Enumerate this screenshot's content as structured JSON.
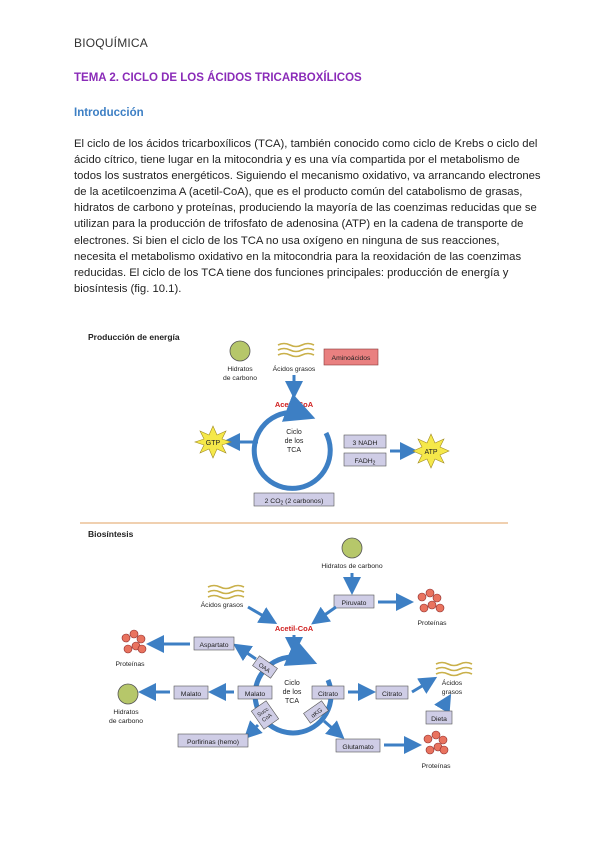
{
  "header": "BIOQUÍMICA",
  "title": "TEMA 2. CICLO DE LOS ÁCIDOS TRICARBOXÍLICOS",
  "section": "Introducción",
  "paragraph": "El ciclo de los ácidos tricarboxílicos (TCA), también conocido como ciclo de Krebs o ciclo del ácido cítrico, tiene lugar en la mitocondria y es una vía compartida por el metabolismo de todos los sustratos energéticos. Siguiendo el mecanismo oxidativo, va arrancando electrones de la acetilcoenzima A (acetil-CoA), que es el producto común del catabolismo de grasas, hidratos de carbono y proteínas, produciendo la mayoría de las coenzimas reducidas que se utilizan para la producción de trifosfato de adenosina (ATP) en la cadena de transporte de electrones. Si bien el ciclo de los TCA no usa oxígeno en ninguna de sus reacciones, necesita el metabolismo oxidativo en la mitocondria para la reoxidación de las coenzimas reducidas. El ciclo de los TCA tiene dos funciones principales: producción de energía y biosíntesis (fig. 10.1).",
  "figure": {
    "energy": {
      "label": "Producción de energía",
      "hc1": "Hidratos",
      "hc2": "de carbono",
      "ag": "Ácidos grasos",
      "aa": "Aminoácidos",
      "acetil": "Acetil-CoA",
      "cycle1": "Ciclo",
      "cycle2": "de los",
      "cycle3": "TCA",
      "gtp": "GTP",
      "nadh": "3 NADH",
      "fadh": "FADH",
      "fadh_sub": "2",
      "atp": "ATP",
      "co2a": "2 CO",
      "co2sub": "2",
      "co2b": " (2 carbonos)"
    },
    "bio": {
      "label": "Biosíntesis",
      "hc_top": "Hidratos de carbono",
      "ag": "Ácidos grasos",
      "piruvato": "Piruvato",
      "proteinas": "Proteínas",
      "acetil": "Acetil-CoA",
      "aspartato": "Aspartato",
      "oaa": "OAA",
      "malato": "Malato",
      "hc1": "Hidratos",
      "hc2": "de carbono",
      "cycle1": "Ciclo",
      "cycle2": "de los",
      "cycle3": "TCA",
      "citrato": "Citrato",
      "ag_r1": "Ácidos",
      "ag_r2": "grasos",
      "dieta": "Dieta",
      "succoa1": "Succ",
      "succoa2": "CoA",
      "akg": "αKG",
      "porfirinas": "Porfirinas (hemo)",
      "glutamato": "Glutamato"
    }
  }
}
